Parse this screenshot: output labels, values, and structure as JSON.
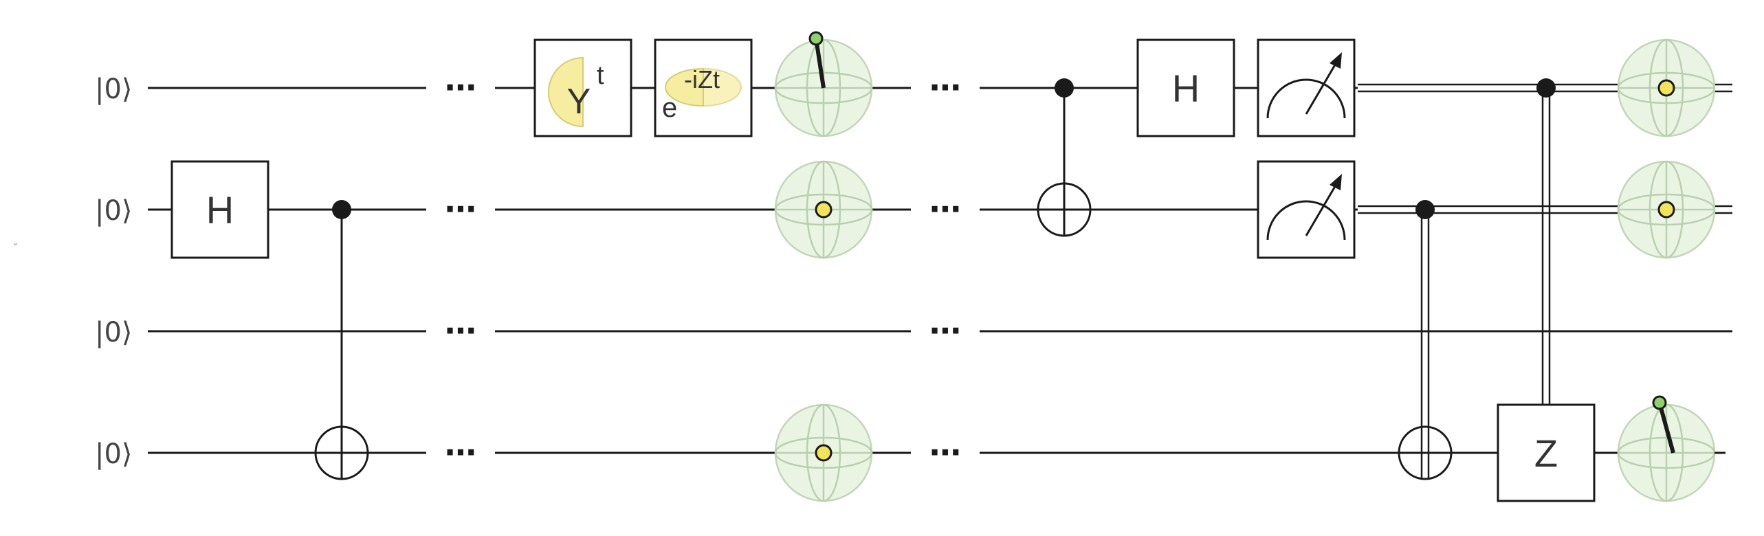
{
  "circuit": {
    "qubits": [
      {
        "label": "|0⟩"
      },
      {
        "label": "|0⟩"
      },
      {
        "label": "|0⟩"
      },
      {
        "label": "|0⟩"
      }
    ],
    "gates": {
      "h_wire1": "H",
      "h_wire0": "H",
      "y_power_base": "Y",
      "y_power_exp": "t",
      "exp_z_base": "e",
      "exp_z_exp": "-iZt",
      "z_wire3": "Z"
    },
    "ellipsis": "⋯",
    "colors": {
      "wire": "#1a1a1a",
      "gate_fill": "#ffffff",
      "rotation_fill": "#f7eda0",
      "bloch_fill": "#e9f5e2",
      "bloch_line": "#b9cfb0",
      "bloch_dot": "#f3e35a",
      "bloch_tip": "#8fd16a"
    },
    "icons": [
      "measure-icon",
      "bloch-sphere-icon",
      "control-dot-icon",
      "xor-target-icon"
    ]
  }
}
